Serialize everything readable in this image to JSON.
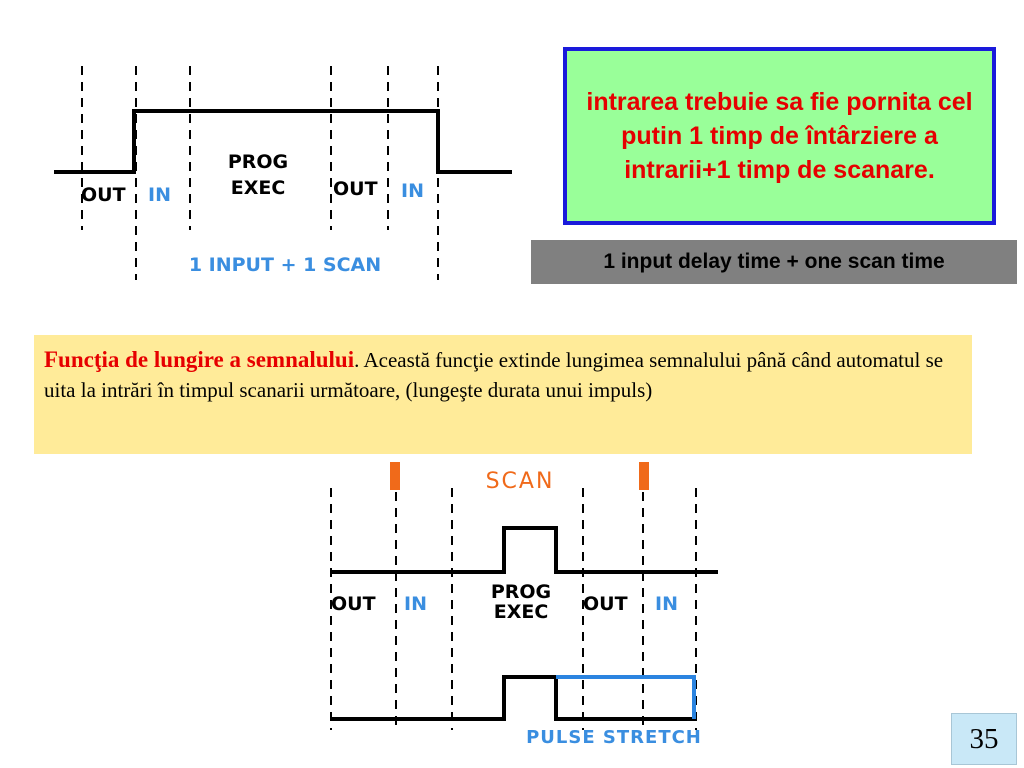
{
  "diagram_top": {
    "out_label_1": "OUT",
    "in_label_1": "IN",
    "prog_label_line1": "PROG",
    "prog_label_line2": "EXEC",
    "out_label_2": "OUT",
    "in_label_2": "IN",
    "caption": "1 INPUT + 1 SCAN"
  },
  "callout_ro": "intrarea trebuie sa fie pornita cel putin 1 timp de întârziere a intrarii+1 timp de scanare.",
  "callout_en": "1 input delay time + one scan time",
  "description": {
    "lead": "Funcţia de lungire a semnalului",
    "body": ". Această funcţie extinde lungimea semnalului până când automatul se uita la intrări în timpul scanarii următoare, (lungeşte durata unui impuls)"
  },
  "diagram_bottom": {
    "scan_label": "SCAN",
    "out_label_1": "OUT",
    "in_label_1": "IN",
    "prog_label_line1": "PROG",
    "prog_label_line2": "EXEC",
    "out_label_2": "OUT",
    "in_label_2": "IN",
    "caption": "PULSE STRETCH"
  },
  "page_number": "35",
  "colors": {
    "text_red": "#e60000",
    "in_blue": "#3a8ee0",
    "scan_orange": "#f06a1a",
    "green_box": "#99ff99",
    "box_border": "#1a1adb",
    "gray_box": "#808080",
    "yellow_box": "#ffeb99",
    "page_box": "#c9e8f7"
  }
}
